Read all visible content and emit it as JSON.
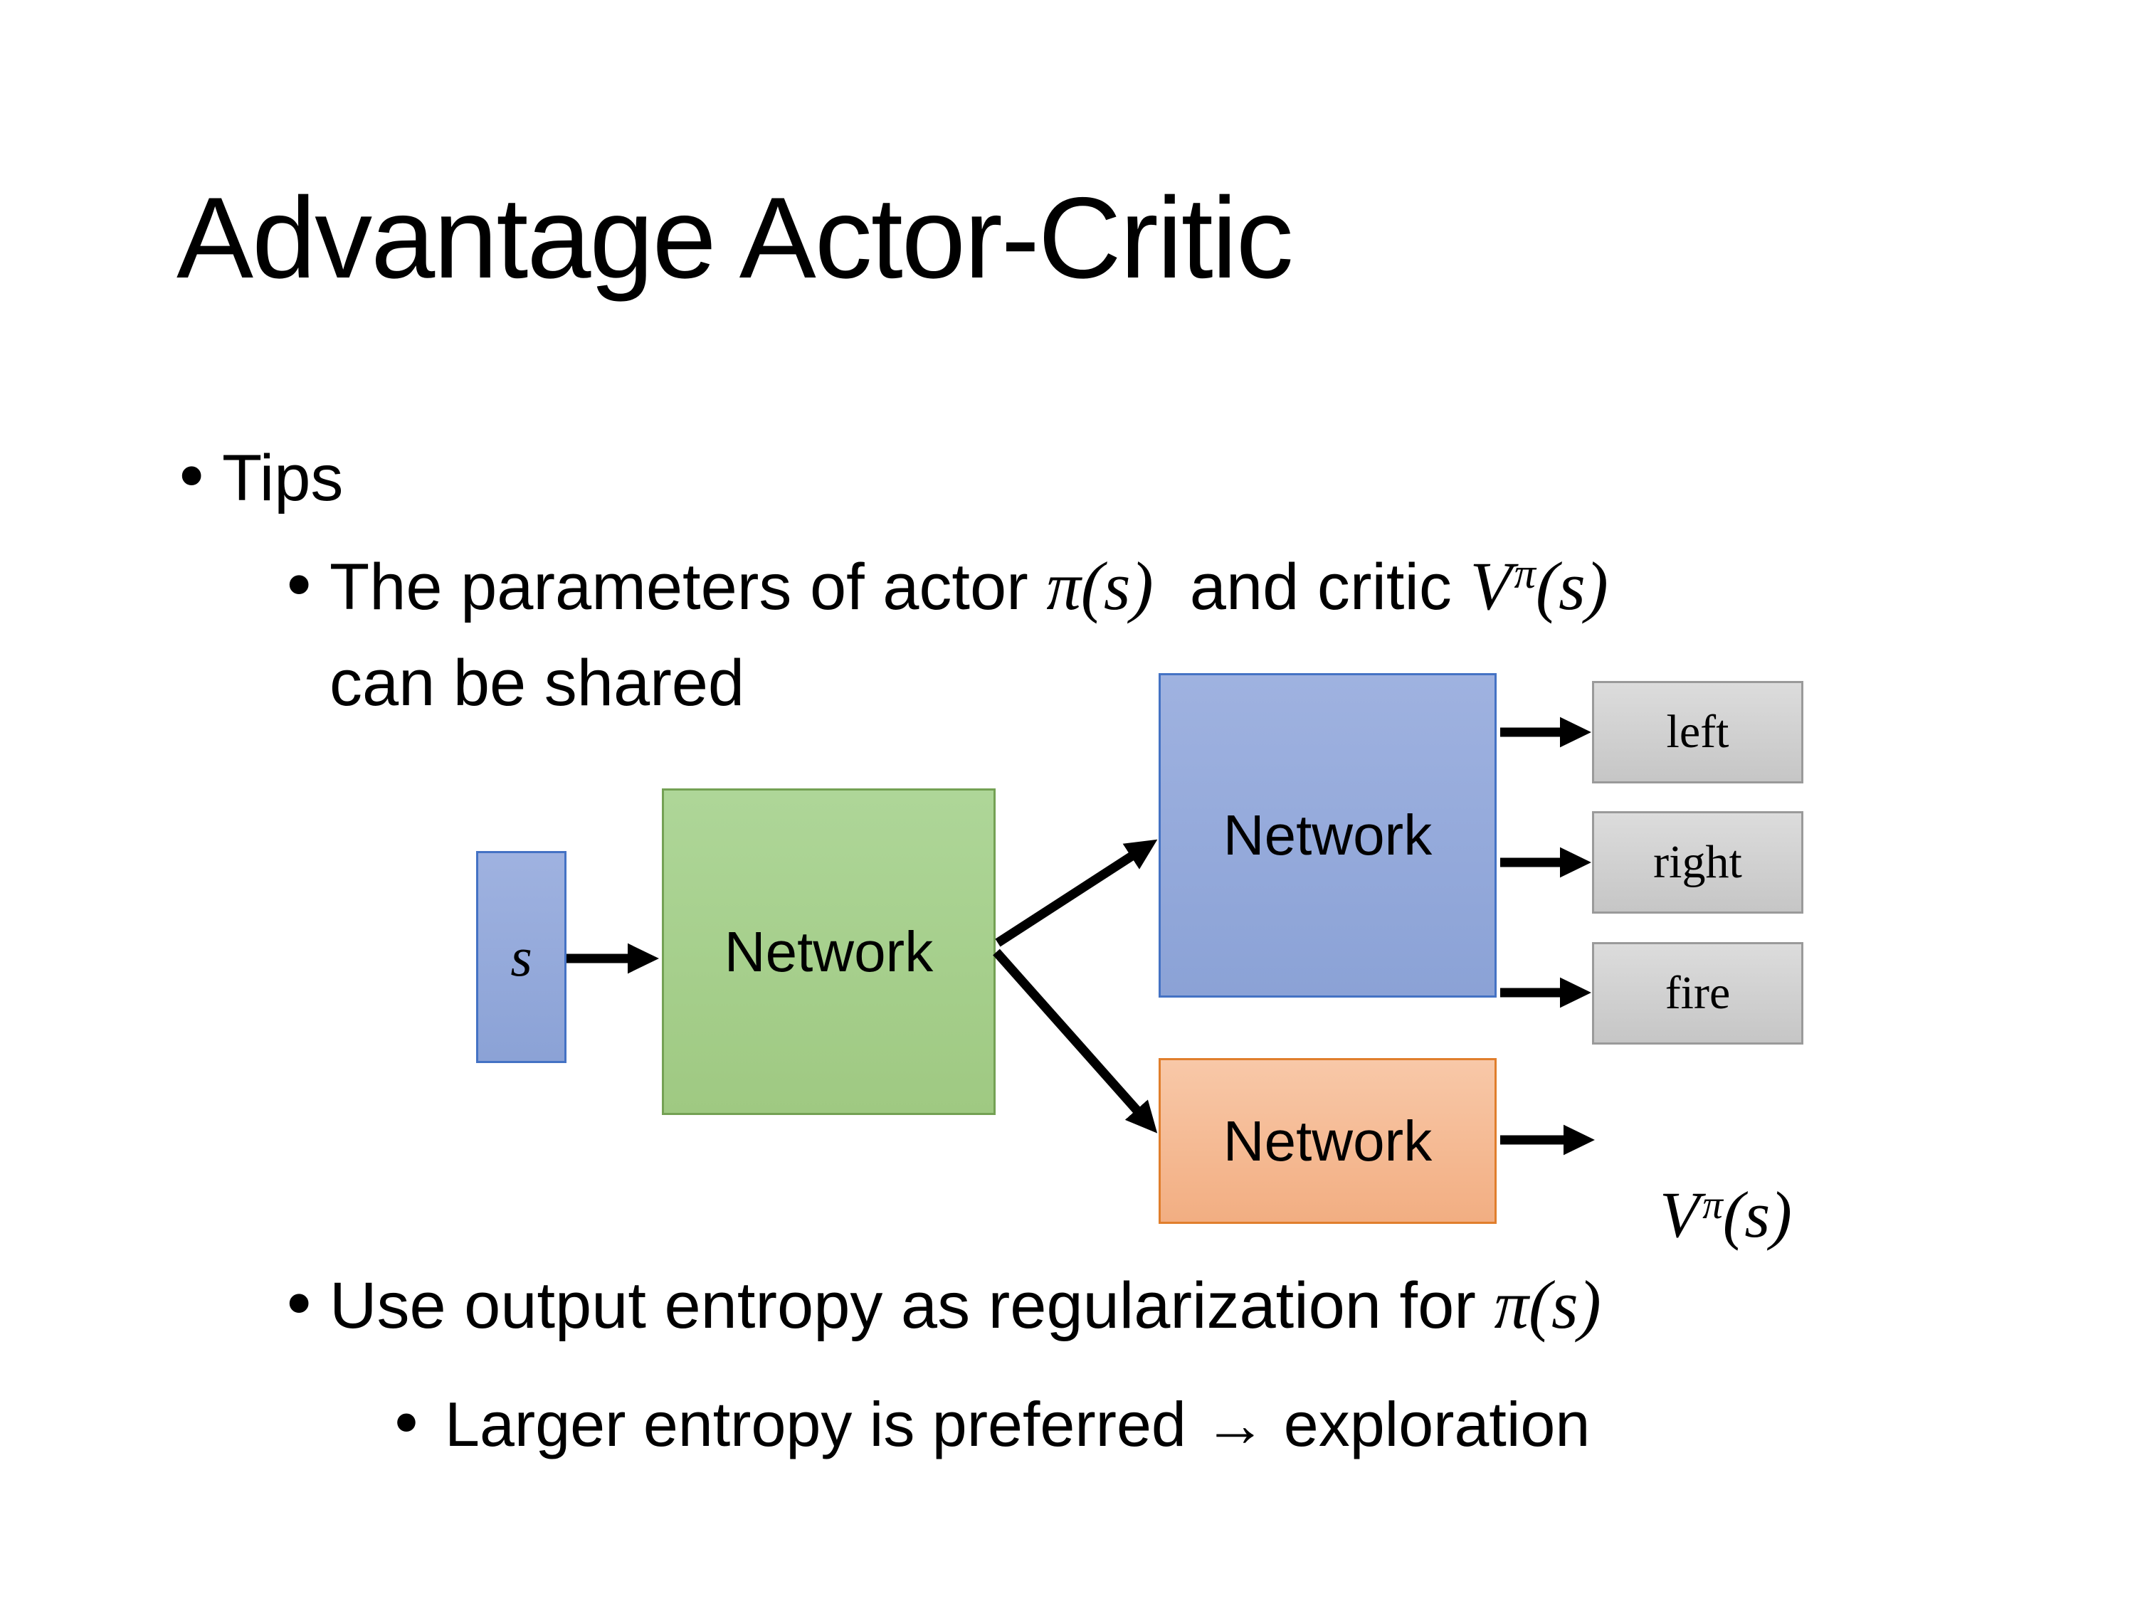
{
  "theme": {
    "bg": "#ffffff",
    "text": "#000000",
    "arrow": "#000000",
    "blue-fill-top": "#9fb2e0",
    "blue-fill-bottom": "#8ba2d6",
    "blue-border": "#4472c4",
    "green-fill-top": "#aed698",
    "green-fill-bottom": "#9fc982",
    "green-border": "#74a154",
    "orange-fill-top": "#f8c8a8",
    "orange-fill-bottom": "#f2ae82",
    "orange-border": "#e07e2c",
    "gray-fill-top": "#dcdcdc",
    "gray-fill-bottom": "#c6c6c6",
    "gray-border": "#9a9a9a"
  },
  "slide": {
    "title": "Advantage Actor-Critic",
    "bullet_glyph": "•",
    "tips_label": "Tips",
    "b1_pre": "The parameters of actor ",
    "b1_math1": "π(s)",
    "b1_mid": "  and critic ",
    "b1_v": "V",
    "b1_sup": "π",
    "b1_args": "(s)",
    "b1_line2": "can be shared",
    "b2_pre": "Use output entropy as regularization for ",
    "b2_math": "π(s)",
    "b3_text": "Larger entropy is preferred → exploration"
  },
  "diagram": {
    "state_label": "s",
    "shared_network_label": "Network",
    "actor_network_label": "Network",
    "critic_network_label": "Network",
    "actions": [
      "left",
      "right",
      "fire"
    ],
    "value_v": "V",
    "value_sup": "π",
    "value_args": "(s)"
  }
}
